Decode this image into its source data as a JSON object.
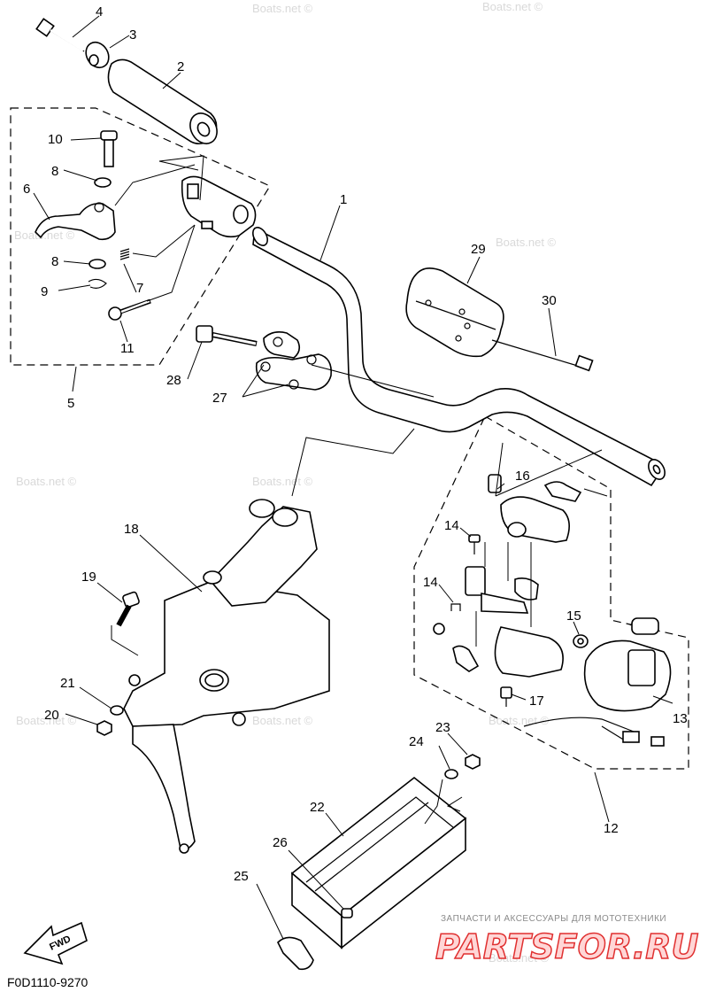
{
  "diagram_code": "F0D1110-9270",
  "direction_label": "FWD",
  "watermark_text": "Boats.net ©",
  "footer_logo": {
    "subtitle": "ЗАПЧАСТИ И АКСЕССУАРЫ ДЛЯ МОТОТЕХНИКИ",
    "brand": "PARTSFOR.RU",
    "brand_color": "#e03030"
  },
  "callouts": [
    {
      "id": "1",
      "label": "1"
    },
    {
      "id": "2",
      "label": "2"
    },
    {
      "id": "3",
      "label": "3"
    },
    {
      "id": "4",
      "label": "4"
    },
    {
      "id": "5",
      "label": "5"
    },
    {
      "id": "6",
      "label": "6"
    },
    {
      "id": "7",
      "label": "7"
    },
    {
      "id": "8a",
      "label": "8"
    },
    {
      "id": "8b",
      "label": "8"
    },
    {
      "id": "9",
      "label": "9"
    },
    {
      "id": "10",
      "label": "10"
    },
    {
      "id": "11",
      "label": "11"
    },
    {
      "id": "12",
      "label": "12"
    },
    {
      "id": "13",
      "label": "13"
    },
    {
      "id": "14a",
      "label": "14"
    },
    {
      "id": "14b",
      "label": "14"
    },
    {
      "id": "15",
      "label": "15"
    },
    {
      "id": "16",
      "label": "16"
    },
    {
      "id": "17",
      "label": "17"
    },
    {
      "id": "18",
      "label": "18"
    },
    {
      "id": "19",
      "label": "19"
    },
    {
      "id": "20",
      "label": "20"
    },
    {
      "id": "21",
      "label": "21"
    },
    {
      "id": "22",
      "label": "22"
    },
    {
      "id": "23",
      "label": "23"
    },
    {
      "id": "24",
      "label": "24"
    },
    {
      "id": "25",
      "label": "25"
    },
    {
      "id": "26",
      "label": "26"
    },
    {
      "id": "27",
      "label": "27"
    },
    {
      "id": "28",
      "label": "28"
    },
    {
      "id": "29",
      "label": "29"
    },
    {
      "id": "30",
      "label": "30"
    }
  ]
}
